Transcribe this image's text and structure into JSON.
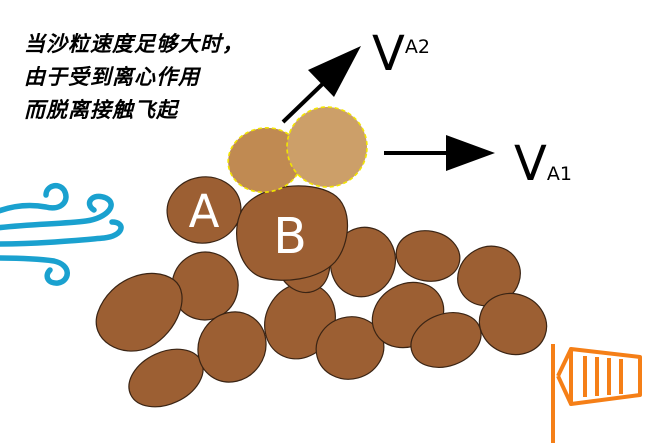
{
  "caption": {
    "lines": [
      "当沙粒速度足够大时，",
      "由于受到离心作用",
      "而脱离接触飞起"
    ]
  },
  "labels": {
    "grain_a": "A",
    "grain_b": "B",
    "velocity_1_main": "V",
    "velocity_1_sub": "A1",
    "velocity_2_main": "V",
    "velocity_2_sub": "A2"
  },
  "icons": {
    "wind": "wind-icon",
    "windsock": "windsock-icon"
  },
  "colors": {
    "grain_fill": "#9c5f33",
    "grain_stroke": "#3a2414",
    "flying_grain_1": "#c08a52",
    "flying_grain_2": "#cc9f69",
    "flying_outline": "#f2e600",
    "wind": "#1aa1cf",
    "windsock": "#f57f17",
    "label_text": "#ffffff",
    "text": "#000000"
  }
}
